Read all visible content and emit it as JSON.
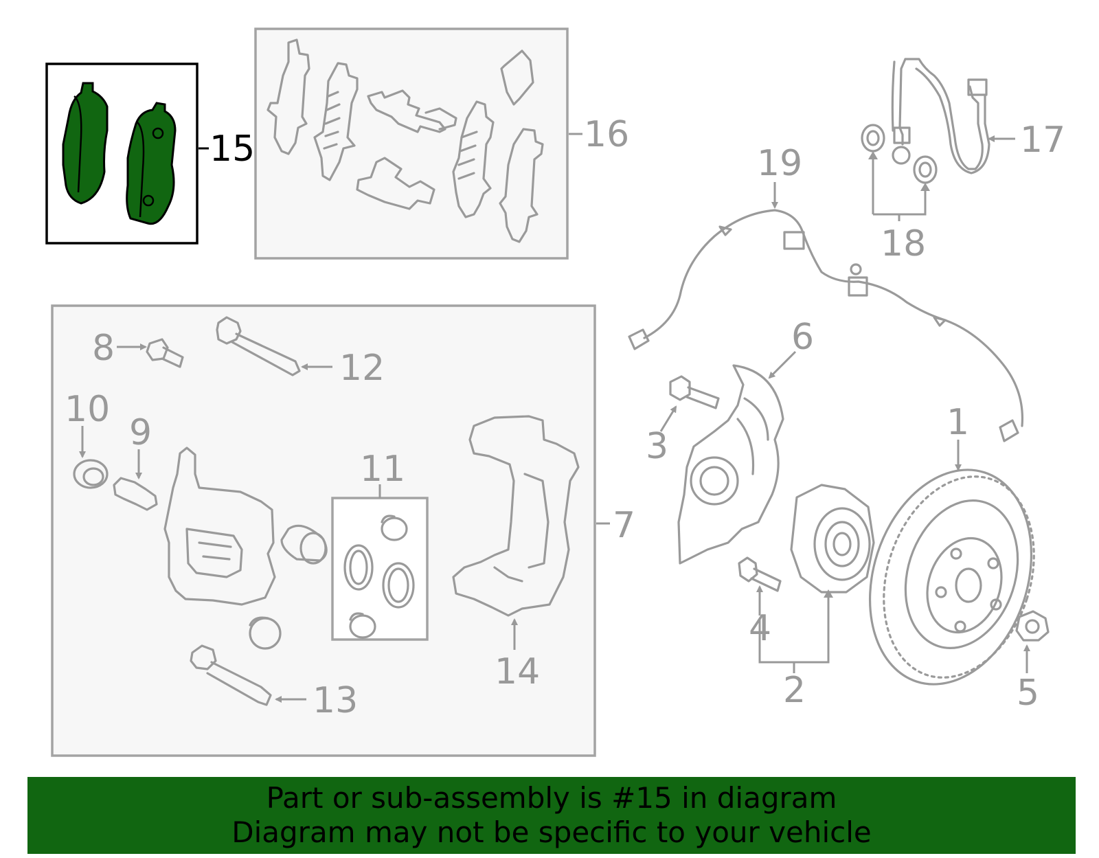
{
  "colors": {
    "highlight": "#116611",
    "part_stroke": "#9a9a9a",
    "label": "#999999",
    "banner_bg": "#116611",
    "banner_text": "#000000"
  },
  "callouts": {
    "c1": "1",
    "c2": "2",
    "c3": "3",
    "c4": "4",
    "c5": "5",
    "c6": "6",
    "c7": "7",
    "c8": "8",
    "c9": "9",
    "c10": "10",
    "c11": "11",
    "c12": "12",
    "c13": "13",
    "c14": "14",
    "c15": "15",
    "c16": "16",
    "c17": "17",
    "c18": "18",
    "c19": "19"
  },
  "highlighted_part": "15",
  "banner": {
    "line1": "Part or sub-assembly is #15 in diagram",
    "line2": "Diagram may not be specific to your vehicle"
  }
}
